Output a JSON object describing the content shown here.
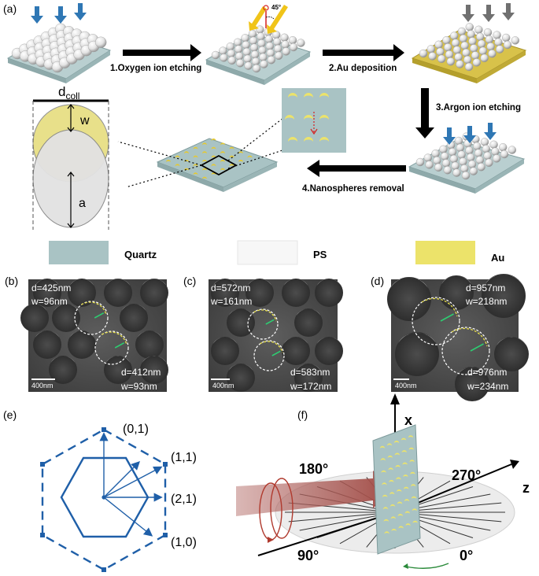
{
  "panels": {
    "a": "(a)",
    "b": "(b)",
    "c": "(c)",
    "d": "(d)",
    "e": "(e)",
    "f": "(f)"
  },
  "steps": {
    "s1": "1.Oxygen ion etching",
    "s2": "2.Au deposition",
    "s3": "3.Argon ion etching",
    "s4": "4.Nanospheres removal"
  },
  "angle_label": "45°",
  "geometry_labels": {
    "dcoll_main": "d",
    "dcoll_sub": "coll",
    "w": "w",
    "a": "a"
  },
  "legend": [
    {
      "name": "Quartz",
      "color": "#a9c3c4"
    },
    {
      "name": "PS",
      "color": "#f7f7f7"
    },
    {
      "name": "Au",
      "color": "#ece36a"
    }
  ],
  "sem": {
    "b": {
      "t1": "d=425nm",
      "t2": "w=96nm",
      "b1": "d=412nm",
      "b2": "w=93nm",
      "scale": "400nm"
    },
    "c": {
      "t1": "d=572nm",
      "t2": "w=161nm",
      "b1": "d=583nm",
      "b2": "w=172nm",
      "scale": "400nm"
    },
    "d": {
      "t1": "d=957nm",
      "t2": "w=218nm",
      "b1": "d=976nm",
      "b2": "w=234nm",
      "scale": "400nm"
    }
  },
  "lattice": {
    "k01": "(0,1)",
    "k11": "(1,1)",
    "k21": "(2,1)",
    "k10": "(1,0)"
  },
  "rotation": {
    "x": "x",
    "z": "z",
    "a180": "180°",
    "a270": "270°",
    "a90": "90°",
    "a0": "0°"
  },
  "colors": {
    "blue_arrow": "#2f77b4",
    "gold": "#e6c92f",
    "lattice_blue": "#1f5fa8",
    "red_rot": "#b03a2e",
    "green_rot": "#2a8a3a"
  }
}
